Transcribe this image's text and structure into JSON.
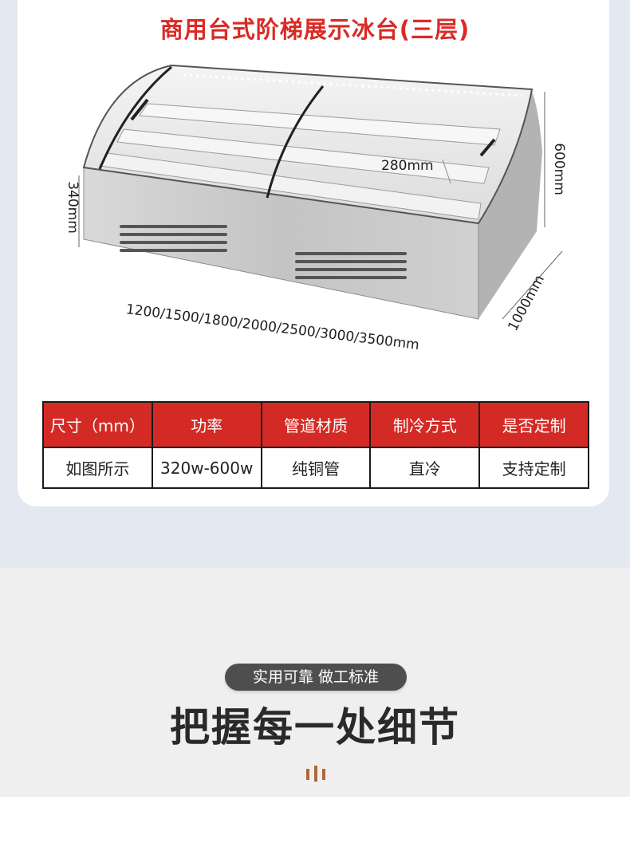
{
  "header": {
    "title": "商用台式阶梯展示冰台(三层)"
  },
  "dimensions": {
    "height_left": "340mm",
    "height_right": "600mm",
    "step": "280mm",
    "depth": "1000mm",
    "length": "1200/1500/1800/2000/2500/3000/3500mm"
  },
  "spec_table": {
    "headers": [
      "尺寸（mm）",
      "功率",
      "管道材质",
      "制冷方式",
      "是否定制"
    ],
    "row": [
      "如图所示",
      "320w-600w",
      "纯铜管",
      "直冷",
      "支持定制"
    ]
  },
  "detail_section": {
    "tag": "实用可靠 做工标准",
    "heading": "把握每一处细节"
  },
  "colors": {
    "accent_red": "#d42a25",
    "background": "#e4e9f1",
    "accent_brown": "#b0663a"
  }
}
